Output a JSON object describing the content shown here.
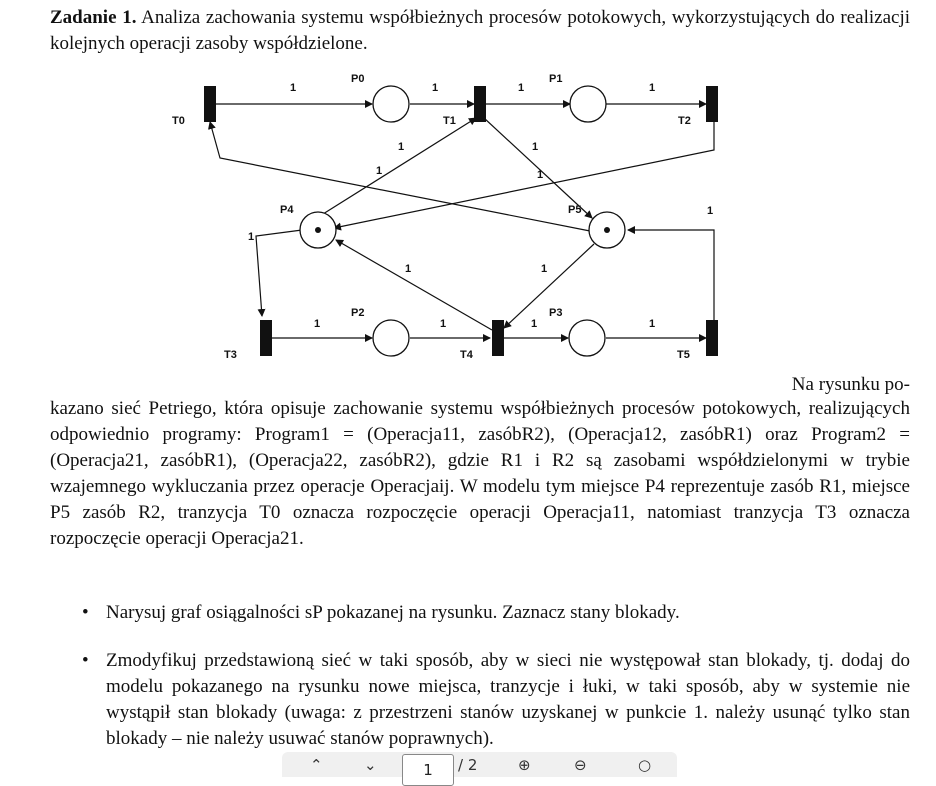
{
  "heading": {
    "label": "Zadanie 1.",
    "text": "Analiza zachowania systemu współbieżnych procesów potokowych, wykorzystujących do realizacji kolejnych operacji zasoby współdzielone."
  },
  "petri_net": {
    "places": [
      "P0",
      "P1",
      "P2",
      "P3",
      "P4",
      "P5"
    ],
    "transitions": [
      "T0",
      "T1",
      "T2",
      "T3",
      "T4",
      "T5"
    ],
    "arc_weight": "1",
    "initial_tokens": {
      "P4": 1,
      "P5": 1
    }
  },
  "paragraph": {
    "first_fragment": "Na rysunku po-",
    "text": "kazano sieć Petriego, która opisuje zachowanie systemu współbieżnych procesów potokowych, realizujących odpowiednio programy: Program1 = (Operacja11, zasóbR2), (Operacja12, zasóbR1) oraz Program2 = (Operacja21, zasóbR1), (Operacja22, zasóbR2), gdzie R1 i R2 są zasobami współdzielonymi w trybie wzajemnego wykluczania przez operacje Operacjaij. W modelu tym miejsce P4 reprezentuje zasób R1, miejsce P5 zasób R2, tranzycja T0 oznacza rozpoczęcie operacji Operacja11, natomiast tranzycja T3 oznacza rozpoczęcie operacji Operacja21."
  },
  "bullets": [
    "Narysuj graf osiągalności sP pokazanej na rysunku. Zaznacz stany blokady.",
    "Zmodyfikuj przedstawioną sieć w taki sposób, aby w sieci nie występował stan blokady, tj. dodaj do modelu pokazanego na rysunku nowe miejsca, tranzycje i łuki, w taki sposób, aby w systemie nie wystąpił stan blokady (uwaga: z przestrzeni stanów uzyskanej w punkcie 1. należy usunąć tylko stan blokady – nie należy usuwać stanów poprawnych)."
  ],
  "viewer_toolbar": {
    "page_number": "1",
    "page_total": "/ 2",
    "icons": [
      "up-icon",
      "down-icon",
      "zoom-in-icon",
      "zoom-out-icon",
      "rotate-icon"
    ]
  }
}
